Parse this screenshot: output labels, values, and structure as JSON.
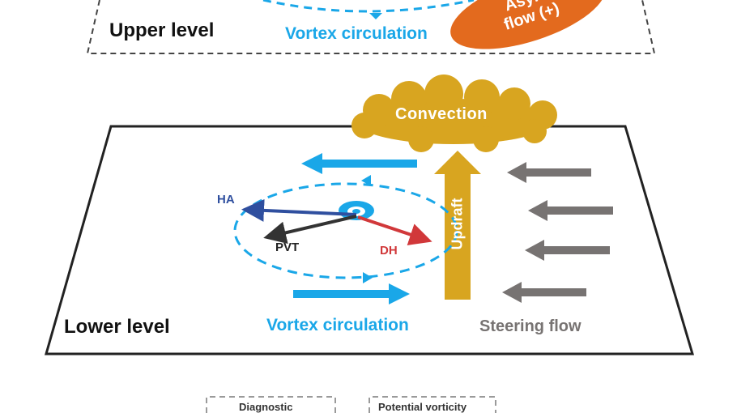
{
  "upper": {
    "title": "Upper level",
    "vortex_label": "Vortex circulation",
    "asym_line1": "Asym",
    "asym_line2": "flow (+)"
  },
  "lower": {
    "title": "Lower level",
    "vortex_label": "Vortex circulation",
    "steering_label": "Steering flow",
    "convection_label": "Convection",
    "updraft_label": "Updraft",
    "vectors": {
      "ha": "HA",
      "pvt": "PVT",
      "dh": "DH"
    }
  },
  "legend": {
    "diagnostic": "Diagnostic",
    "potential_vorticity": "Potential vorticity"
  },
  "colors": {
    "vortex": "#1aa7e8",
    "asym": "#e36a1e",
    "convection": "#d8a520",
    "steering": "#777372",
    "ha": "#2f4f9f",
    "pvt": "#333333",
    "dh": "#d1383a",
    "frame": "#222222"
  }
}
